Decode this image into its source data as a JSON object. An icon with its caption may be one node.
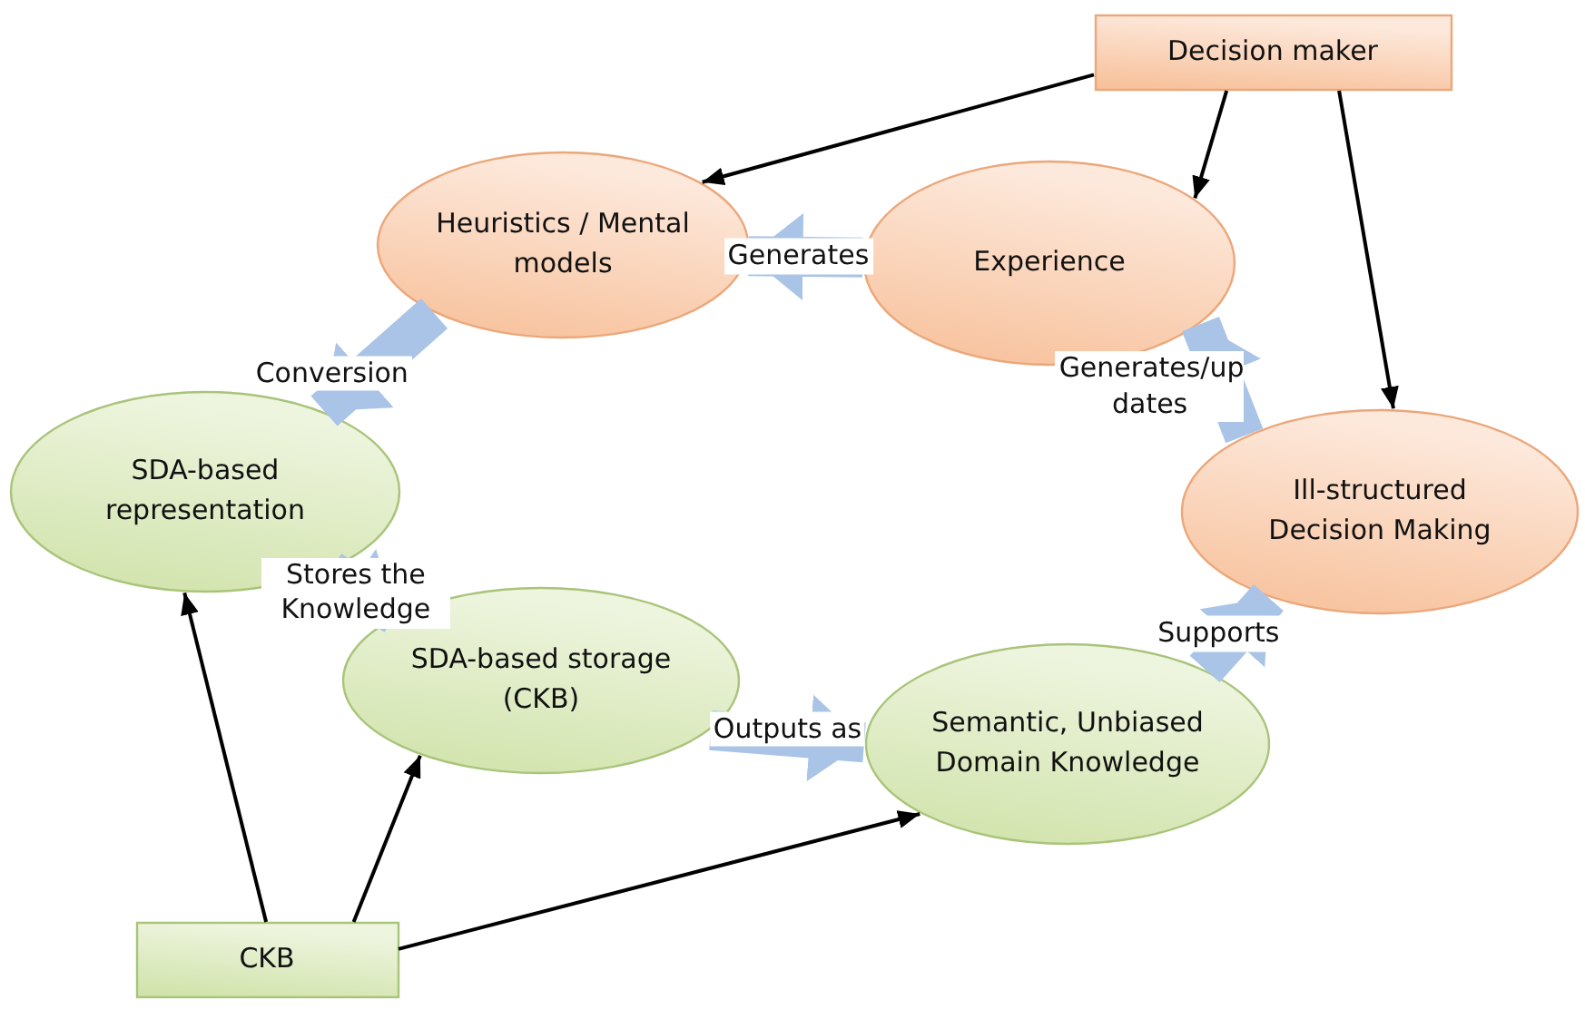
{
  "diagram": {
    "nodes": [
      {
        "text": [
          "Decision maker"
        ]
      },
      {
        "text": [
          "Heuristics / Mental models"
        ]
      },
      {
        "text": [
          "Experience"
        ]
      },
      {
        "text": [
          "SDA-based representation"
        ]
      },
      {
        "text": [
          "Ill-structured Decision Making"
        ]
      },
      {
        "text": [
          "SDA-based storage (CKB)"
        ]
      },
      {
        "text": [
          "Semantic, Unbiased Domain Knowledge"
        ]
      },
      {
        "text": [
          "CKB"
        ]
      }
    ],
    "edges": [
      {
        "from": 0,
        "to": 1,
        "arrow": "to"
      },
      {
        "from": 0,
        "to": 2,
        "arrow": "to"
      },
      {
        "from": 0,
        "to": 4,
        "arrow": "to"
      },
      {
        "from": 2,
        "to": 1,
        "arrow": "to",
        "label": "Generates",
        "style": "thick",
        "color": "#a9c4e6"
      },
      {
        "from": 1,
        "to": 3,
        "arrow": "to",
        "label": "Conversion",
        "style": "thick",
        "color": "#a9c4e6"
      },
      {
        "from": 3,
        "to": 5,
        "arrow": "to",
        "label": "Stores the Knowledge",
        "style": "thick",
        "color": "#a9c4e6"
      },
      {
        "from": 5,
        "to": 6,
        "arrow": "to",
        "label": "Outputs as",
        "style": "thick",
        "color": "#a9c4e6"
      },
      {
        "from": 6,
        "to": 4,
        "arrow": "to",
        "label": "Supports",
        "style": "thick",
        "color": "#a9c4e6"
      },
      {
        "from": 4,
        "to": 2,
        "arrow": "to",
        "label": "Generates/up dates",
        "style": "thick",
        "color": "#a9c4e6"
      },
      {
        "from": 7,
        "to": 3,
        "arrow": "to"
      },
      {
        "from": 7,
        "to": 5,
        "arrow": "to"
      },
      {
        "from": 7,
        "to": 6,
        "arrow": "to"
      }
    ]
  }
}
